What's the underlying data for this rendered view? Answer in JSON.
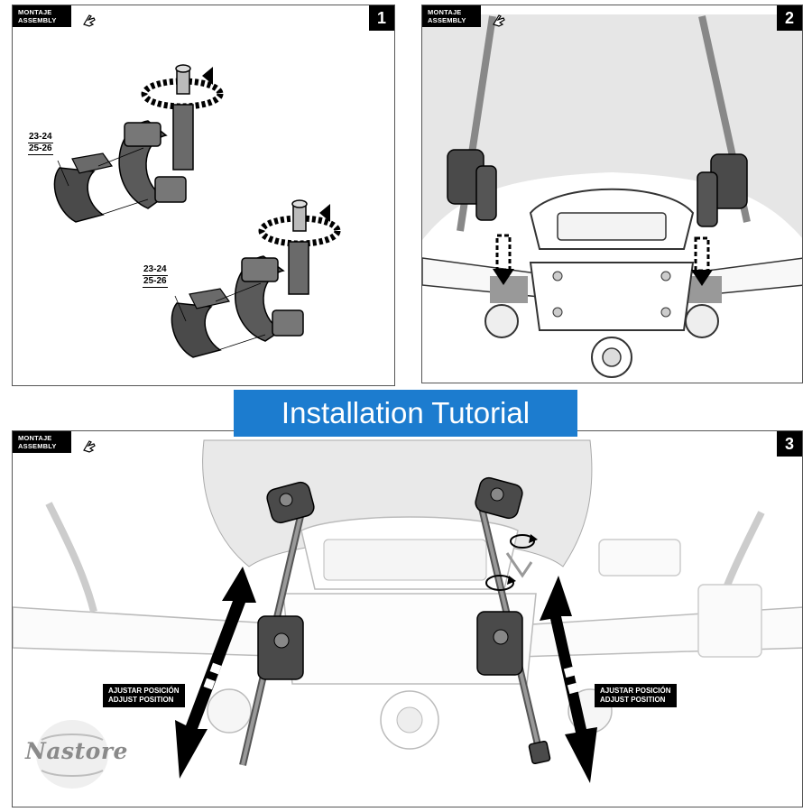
{
  "title": "Installation Tutorial",
  "panels": [
    {
      "tag": "MONTAJE\nASSEMBLY",
      "number": "1",
      "size_labels": [
        [
          "23-24",
          "25-26"
        ],
        [
          "23-24",
          "25-26"
        ]
      ]
    },
    {
      "tag": "MONTAJE\nASSEMBLY",
      "number": "2"
    },
    {
      "tag": "MONTAJE\nASSEMBLY",
      "number": "3",
      "adjust_left": "AJUSTAR POSICIÓN\nADJUST POSITION",
      "adjust_right": "AJUSTAR POSICIÓN\nADJUST POSITION"
    }
  ],
  "watermark": "Nastore",
  "colors": {
    "title_bg": "#1c7ccf",
    "tag_bg": "#000000",
    "line": "#555555",
    "part_dark": "#4a4a4a"
  },
  "icons": [
    "hand-pointer-icon",
    "rotate-arrow-icon",
    "double-arrow-icon",
    "down-arrow-icon"
  ]
}
